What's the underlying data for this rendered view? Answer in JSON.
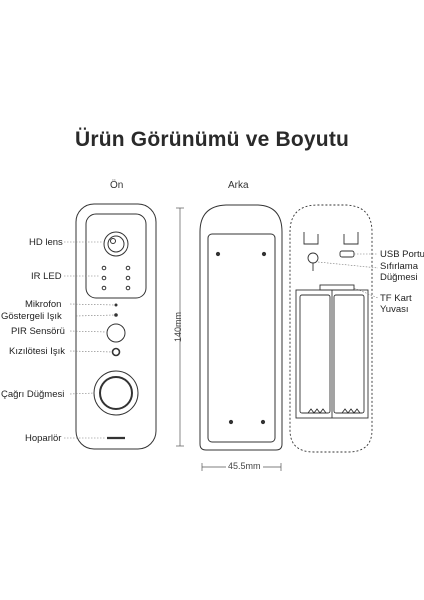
{
  "title": "Ürün Görünümü ve Boyutu",
  "views": {
    "front": "Ön",
    "back": "Arka"
  },
  "front_labels": {
    "hd_lens": "HD lens",
    "ir_led": "IR LED",
    "microphone": "Mikrofon",
    "indicator_light": "Göstergeli Işık",
    "pir_sensor": "PIR Sensörü",
    "infrared_light": "Kızılötesi Işık",
    "call_button": "Çağrı Düğmesi",
    "speaker": "Hoparlör"
  },
  "back_labels": {
    "usb_port": "USB Portu",
    "reset_line1": "Sıfırlama",
    "reset_line2": "Düğmesi",
    "tf_line1": "TF Kart",
    "tf_line2": "Yuvası"
  },
  "dimensions": {
    "height": "140mm",
    "width": "45.5mm"
  }
}
